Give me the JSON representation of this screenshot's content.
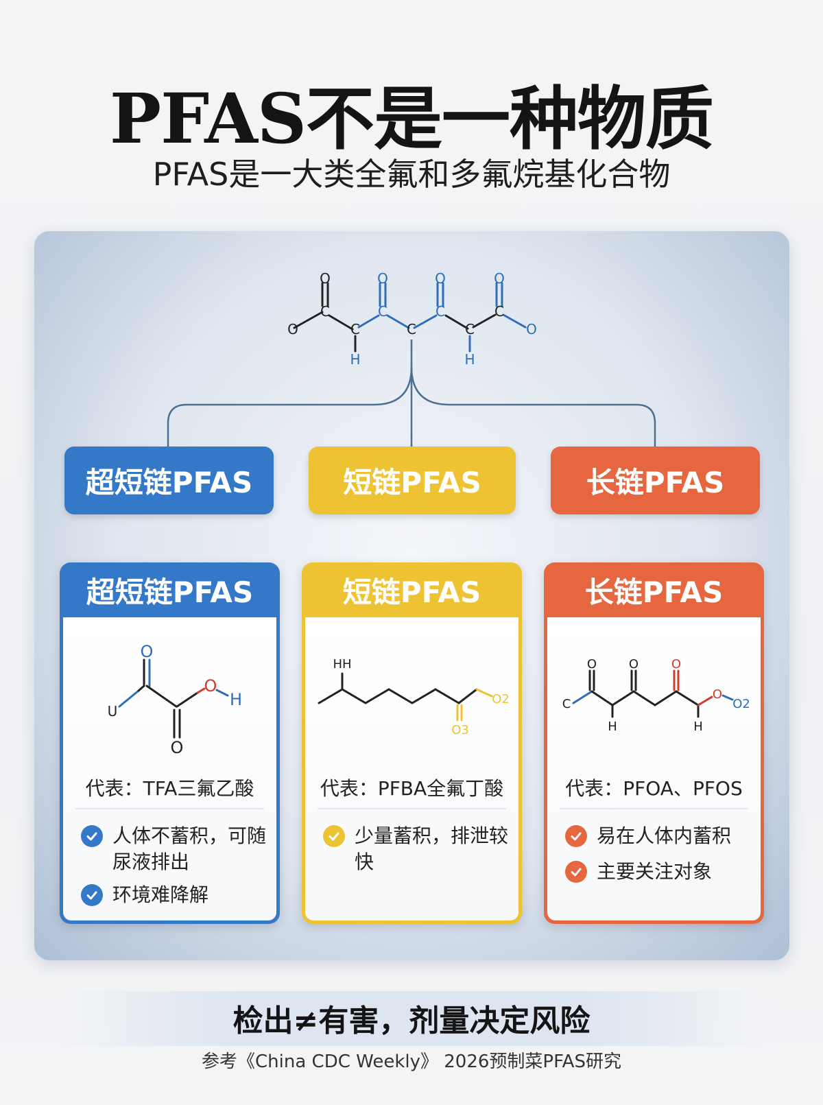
{
  "header": {
    "title": "PFAS不是一种物质",
    "subtitle": "PFAS是一大类全氟和多氟烷基化合物"
  },
  "colors": {
    "blue": "#3478c8",
    "yellow": "#eec333",
    "orange": "#e5663f",
    "line": "#4f6f8f"
  },
  "main_molecule": {
    "atoms": [
      "O",
      "C",
      "O",
      "C",
      "H",
      "O",
      "C",
      "C",
      "O",
      "C",
      "C",
      "H",
      "O",
      "C",
      "O"
    ]
  },
  "tiers": [
    {
      "label": "超短链PFAS"
    },
    {
      "label": "短链PFAS"
    },
    {
      "label": "长链PFAS"
    }
  ],
  "cards": [
    {
      "header": "超短链PFAS",
      "atoms": [
        "O",
        "O",
        "H",
        "O",
        "U"
      ],
      "representative": "代表：TFA三氟乙酸",
      "points": [
        "人体不蓄积，可随尿液排出",
        "环境难降解"
      ]
    },
    {
      "header": "短链PFAS",
      "atoms": [
        "HH",
        "O2",
        "O3"
      ],
      "representative": "代表：PFBA全氟丁酸",
      "points": [
        "少量蓄积，排泄较快"
      ]
    },
    {
      "header": "长链PFAS",
      "atoms": [
        "C",
        "O",
        "O",
        "O",
        "O",
        "O2",
        "H",
        "H"
      ],
      "representative": "代表：PFOA、PFOS",
      "points": [
        "易在人体内蓄积",
        "主要关注对象"
      ]
    }
  ],
  "footer": {
    "tagline": "检出≠有害，剂量决定风险",
    "reference": "参考《China CDC Weekly》 2026预制菜PFAS研究"
  },
  "icons": [
    "check-icon"
  ]
}
